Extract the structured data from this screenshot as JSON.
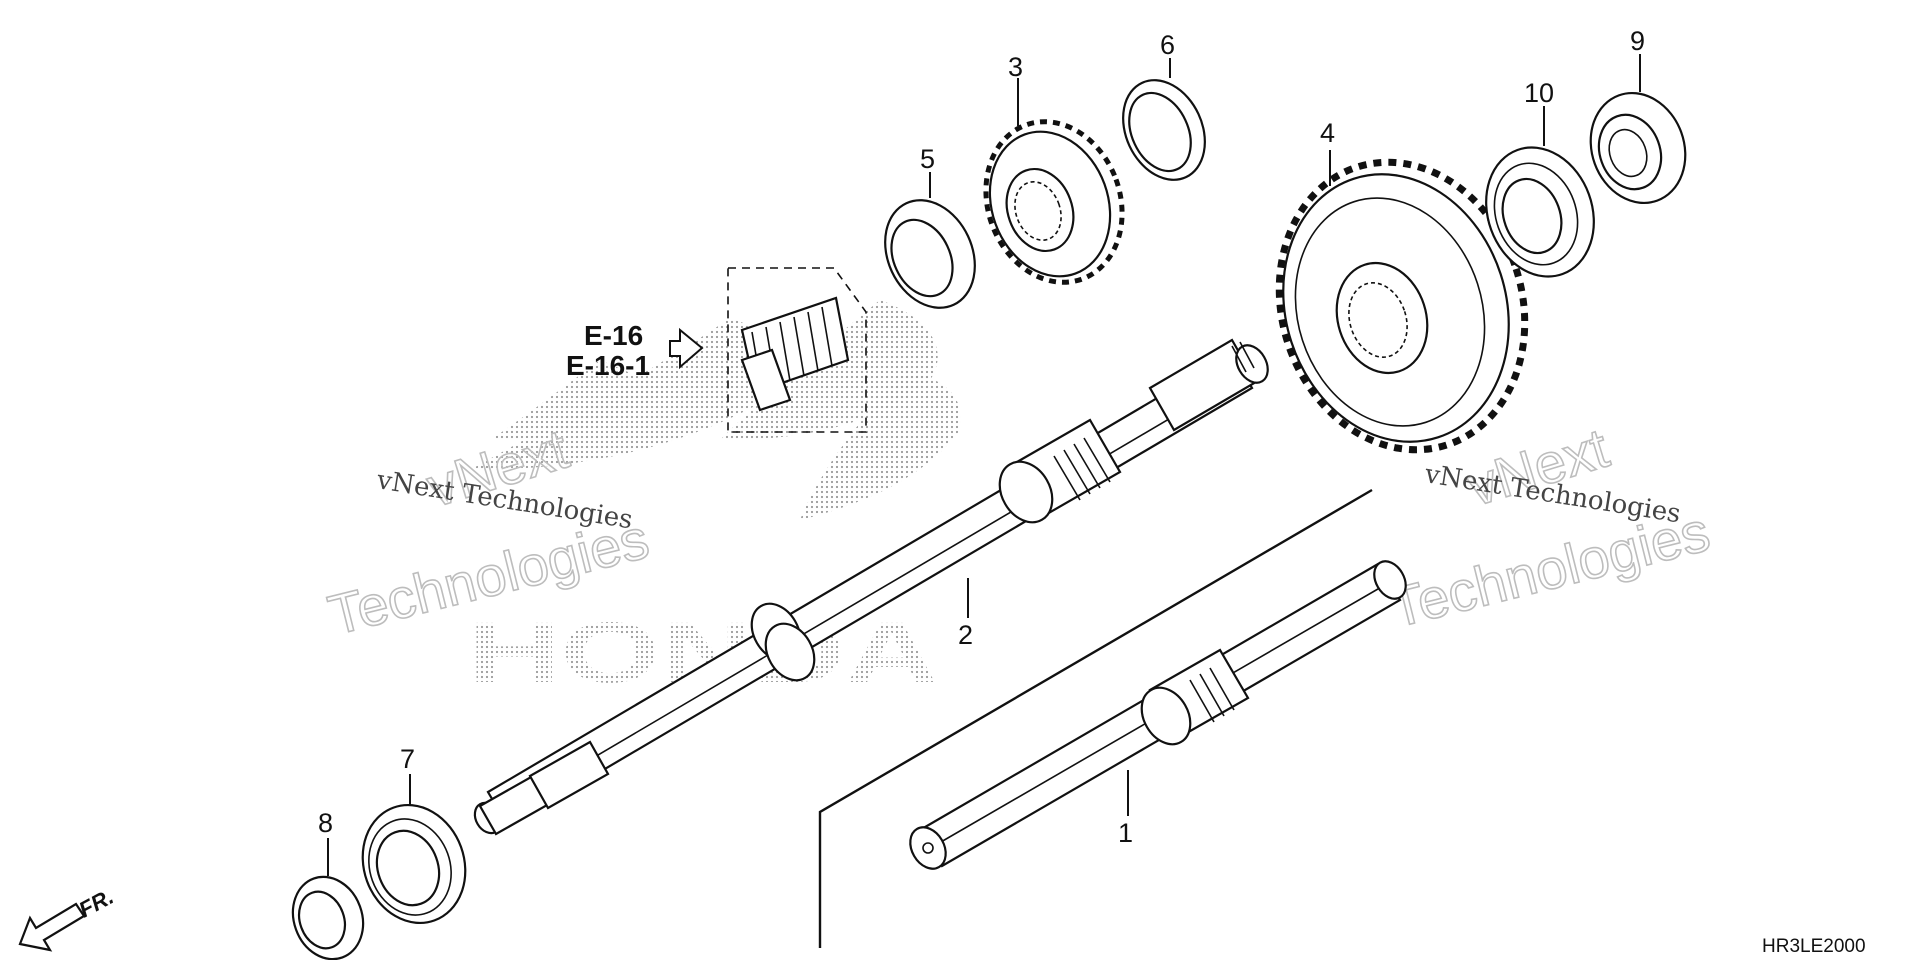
{
  "diagram": {
    "part_callouts": [
      {
        "id": "shaft-1",
        "label": "1"
      },
      {
        "id": "shaft-2",
        "label": "2"
      },
      {
        "id": "gear-3",
        "label": "3"
      },
      {
        "id": "gear-4",
        "label": "4"
      },
      {
        "id": "seal-5",
        "label": "5"
      },
      {
        "id": "ring-6",
        "label": "6"
      },
      {
        "id": "bearing-7",
        "label": "7"
      },
      {
        "id": "seal-8",
        "label": "8"
      },
      {
        "id": "seal-9",
        "label": "9"
      },
      {
        "id": "bearing-10",
        "label": "10"
      }
    ],
    "reference": {
      "line1": "E-16",
      "line2": "E-16-1"
    },
    "direction_label": "FR.",
    "diagram_code": "HR3LE2000",
    "watermark": {
      "small_text": "vNext Technologies",
      "big_line1": "vNext",
      "big_line2": "Technologies",
      "brand_logo_text": "HONDA"
    },
    "colors": {
      "line": "#111111",
      "watermark": "#bdbdbd",
      "logo_dots": "#9a9a9a"
    }
  }
}
